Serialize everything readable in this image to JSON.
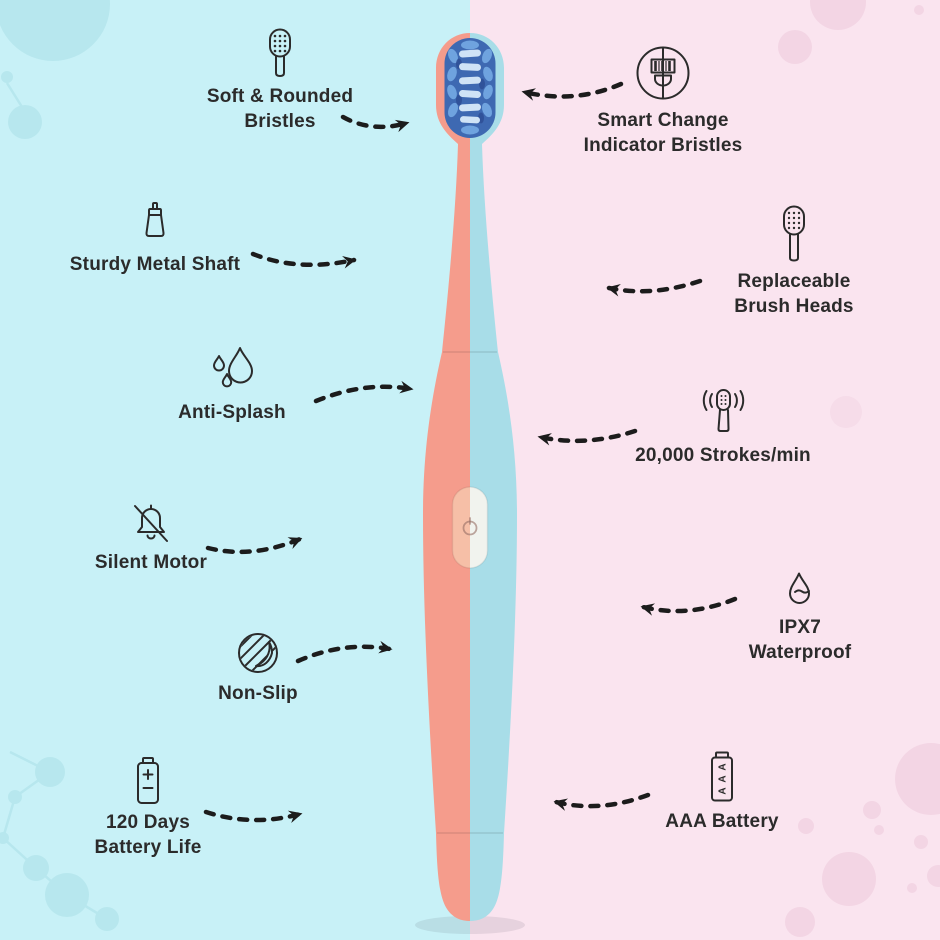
{
  "colors": {
    "background_left": "#c8f1f7",
    "background_right": "#fae4ef",
    "deco_blue": "#b7e7ee",
    "deco_pink": "#f3d5e4",
    "brush_left": "#f59c8c",
    "brush_right": "#a8dde8",
    "button_left": "#f6bfa7",
    "button_right": "#f1f3ee",
    "bristle_base": "#3e69b2",
    "bristle_light": "#cfe3f6",
    "bristle_mid": "#6fa3df",
    "bristle_dark": "#2e4f96",
    "arrow_color": "#1c1c1c",
    "text_color": "#2b2b2b"
  },
  "features": {
    "left": [
      {
        "label": "Soft & Rounded\nBristles",
        "icon": "brush-head-icon"
      },
      {
        "label": "Sturdy Metal Shaft",
        "icon": "metal-shaft-icon"
      },
      {
        "label": "Anti-Splash",
        "icon": "water-drops-icon"
      },
      {
        "label": "Silent Motor",
        "icon": "muted-bell-icon"
      },
      {
        "label": "Non-Slip",
        "icon": "non-slip-grip-icon"
      },
      {
        "label": "120 Days\nBattery Life",
        "icon": "battery-charge-icon"
      }
    ],
    "right": [
      {
        "label": "Smart Change\nIndicator Bristles",
        "icon": "change-indicator-icon"
      },
      {
        "label": "Replaceable\nBrush Heads",
        "icon": "replaceable-head-icon"
      },
      {
        "label": "20,000 Strokes/min",
        "icon": "vibration-strokes-icon"
      },
      {
        "label": "IPX7\nWaterproof",
        "icon": "waterproof-drop-icon"
      },
      {
        "label": "AAA Battery",
        "icon": "aaa-battery-icon"
      }
    ]
  }
}
